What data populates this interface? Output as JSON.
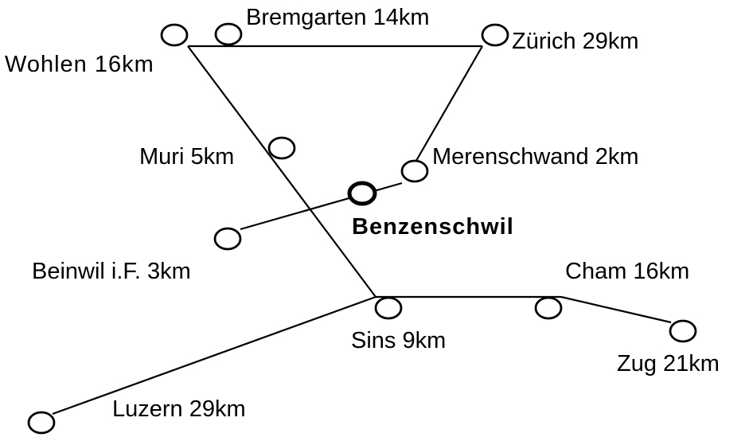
{
  "stations": [
    {
      "id": "wohlen",
      "label": "Wohlen 16km"
    },
    {
      "id": "bremgarten",
      "label": "Bremgarten 14km"
    },
    {
      "id": "zuerich",
      "label": "Zürich 29km"
    },
    {
      "id": "muri",
      "label": "Muri 5km"
    },
    {
      "id": "merenschwand",
      "label": "Merenschwand 2km"
    },
    {
      "id": "benzenschwil",
      "label": "Benzenschwil"
    },
    {
      "id": "beinwil",
      "label": "Beinwil i.F. 3km"
    },
    {
      "id": "sins",
      "label": "Sins 9km"
    },
    {
      "id": "cham",
      "label": "Cham 16km"
    },
    {
      "id": "zug",
      "label": "Zug 21km"
    },
    {
      "id": "luzern",
      "label": "Luzern 29km"
    }
  ]
}
